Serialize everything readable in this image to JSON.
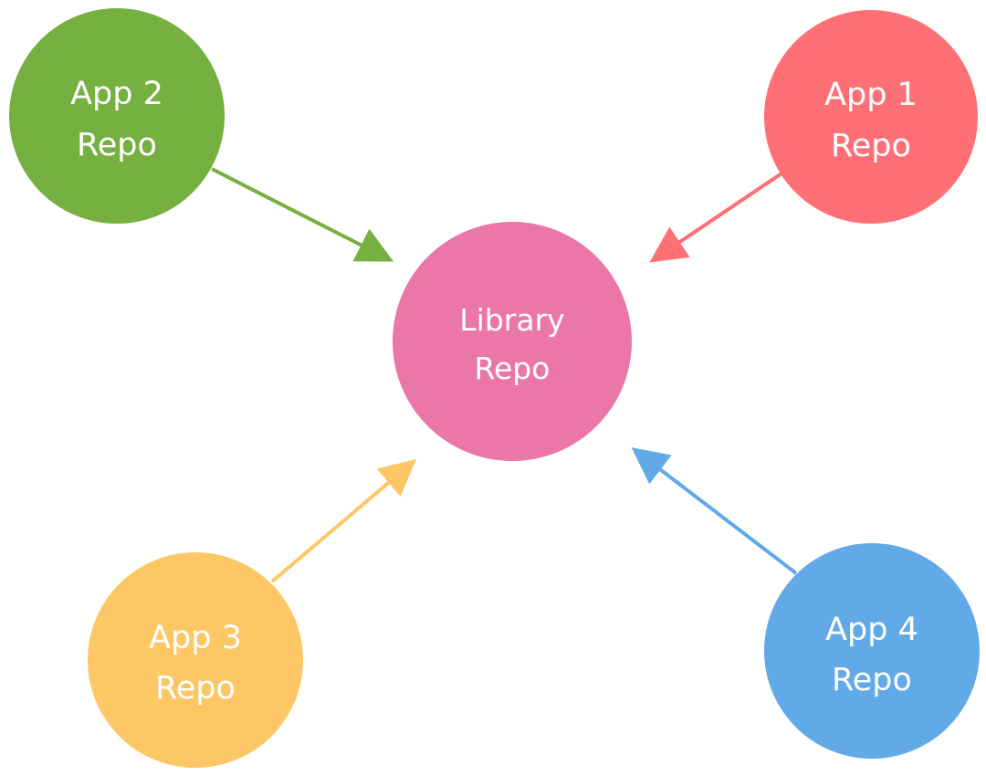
{
  "diagram": {
    "center": {
      "line1": "Library",
      "line2": "Repo",
      "color": "#EA77A7"
    },
    "nodes": [
      {
        "id": "app2",
        "line1": "App 2",
        "line2": "Repo",
        "color": "#76B041"
      },
      {
        "id": "app1",
        "line1": "App 1",
        "line2": "Repo",
        "color": "#FF6F76"
      },
      {
        "id": "app3",
        "line1": "App 3",
        "line2": "Repo",
        "color": "#FDC765"
      },
      {
        "id": "app4",
        "line1": "App 4",
        "line2": "Repo",
        "color": "#62A9E8"
      }
    ],
    "edges": [
      {
        "from": "app2",
        "to": "library",
        "color": "#76B041"
      },
      {
        "from": "app1",
        "to": "library",
        "color": "#FF6F76"
      },
      {
        "from": "app3",
        "to": "library",
        "color": "#FDC765"
      },
      {
        "from": "app4",
        "to": "library",
        "color": "#62A9E8"
      }
    ]
  }
}
